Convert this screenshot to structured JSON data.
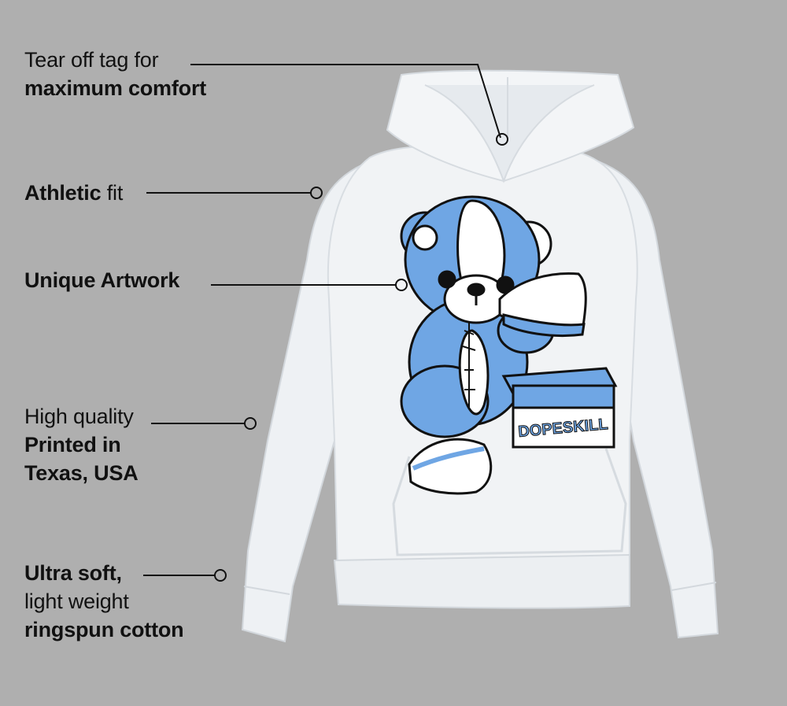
{
  "colors": {
    "background": "#afafaf",
    "hoodie": "#f1f3f5",
    "hoodie_shade": "#dfe3e7",
    "art_blue": "#6fa6e4",
    "art_outline": "#111111",
    "callout_line": "#111111"
  },
  "callouts": [
    {
      "id": "tag",
      "line1": "Tear off tag for",
      "line2": "maximum comfort",
      "target": "hood-inner-tag"
    },
    {
      "id": "fit",
      "bold": "Athletic",
      "rest": " fit",
      "target": "shoulder"
    },
    {
      "id": "artwork",
      "bold": "Unique Artwork",
      "target": "chest-print"
    },
    {
      "id": "print",
      "line1": "High quality",
      "line2": "Printed in",
      "line3": "Texas, USA",
      "target": "body-side"
    },
    {
      "id": "fabric",
      "line1": "Ultra soft,",
      "line2": "light weight",
      "line3": "ringspun cotton",
      "target": "sleeve"
    }
  ],
  "product": {
    "type": "Pullover hoodie",
    "color": "White",
    "artwork": {
      "subject": "stitched teddy bear sitting on a shoebox holding a sneaker",
      "box_text": "DOPESKILL"
    }
  }
}
